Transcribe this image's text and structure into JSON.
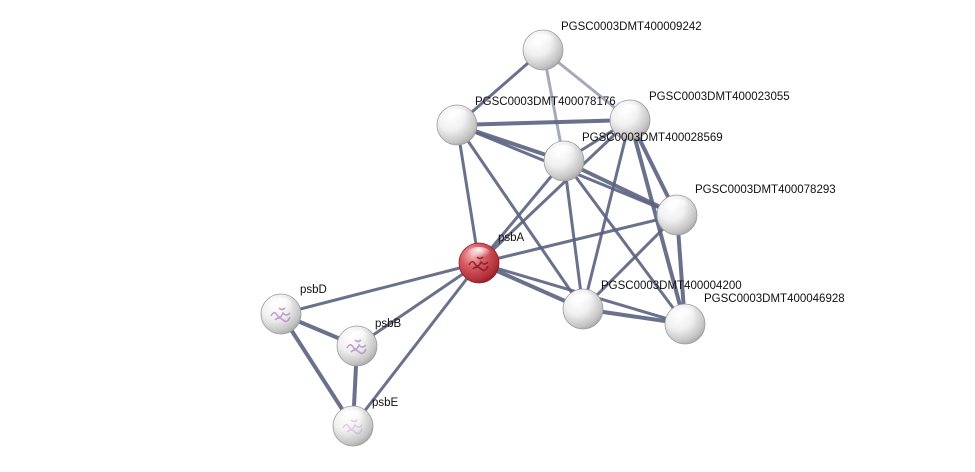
{
  "network": {
    "colors": {
      "edge": "#5a6280",
      "edge_light": "#9aa0b4",
      "query_node": "#c8404a",
      "node": "#e6e6e6"
    },
    "nodes": [
      {
        "id": "n9242",
        "label": "PGSC0003DMT400009242",
        "query": false
      },
      {
        "id": "n78176",
        "label": "PGSC0003DMT400078176",
        "query": false
      },
      {
        "id": "n23055",
        "label": "PGSC0003DMT400023055",
        "query": false
      },
      {
        "id": "n28569",
        "label": "PGSC0003DMT400028569",
        "query": false
      },
      {
        "id": "n78293",
        "label": "PGSC0003DMT400078293",
        "query": false
      },
      {
        "id": "psbA",
        "label": "psbA",
        "query": true
      },
      {
        "id": "n4200",
        "label": "PGSC0003DMT400004200",
        "query": false
      },
      {
        "id": "n46928",
        "label": "PGSC0003DMT400046928",
        "query": false
      },
      {
        "id": "psbD",
        "label": "psbD",
        "query": false
      },
      {
        "id": "psbB",
        "label": "psbB",
        "query": false
      },
      {
        "id": "psbE",
        "label": "psbE",
        "query": false
      }
    ],
    "edges": [
      [
        "n9242",
        "n78176"
      ],
      [
        "n9242",
        "n23055"
      ],
      [
        "n9242",
        "n28569"
      ],
      [
        "n78176",
        "n23055"
      ],
      [
        "n78176",
        "n28569"
      ],
      [
        "n78176",
        "n78293"
      ],
      [
        "n78176",
        "psbA"
      ],
      [
        "n78176",
        "n4200"
      ],
      [
        "n23055",
        "n28569"
      ],
      [
        "n23055",
        "n78293"
      ],
      [
        "n23055",
        "psbA"
      ],
      [
        "n23055",
        "n4200"
      ],
      [
        "n23055",
        "n46928"
      ],
      [
        "n28569",
        "n78293"
      ],
      [
        "n28569",
        "psbA"
      ],
      [
        "n28569",
        "n4200"
      ],
      [
        "n28569",
        "n46928"
      ],
      [
        "n78293",
        "psbA"
      ],
      [
        "n78293",
        "n4200"
      ],
      [
        "n78293",
        "n46928"
      ],
      [
        "psbA",
        "n4200"
      ],
      [
        "psbA",
        "n46928"
      ],
      [
        "psbA",
        "psbD"
      ],
      [
        "psbA",
        "psbB"
      ],
      [
        "psbA",
        "psbE"
      ],
      [
        "n4200",
        "n46928"
      ],
      [
        "psbD",
        "psbB"
      ],
      [
        "psbD",
        "psbE"
      ],
      [
        "psbB",
        "psbE"
      ]
    ]
  }
}
